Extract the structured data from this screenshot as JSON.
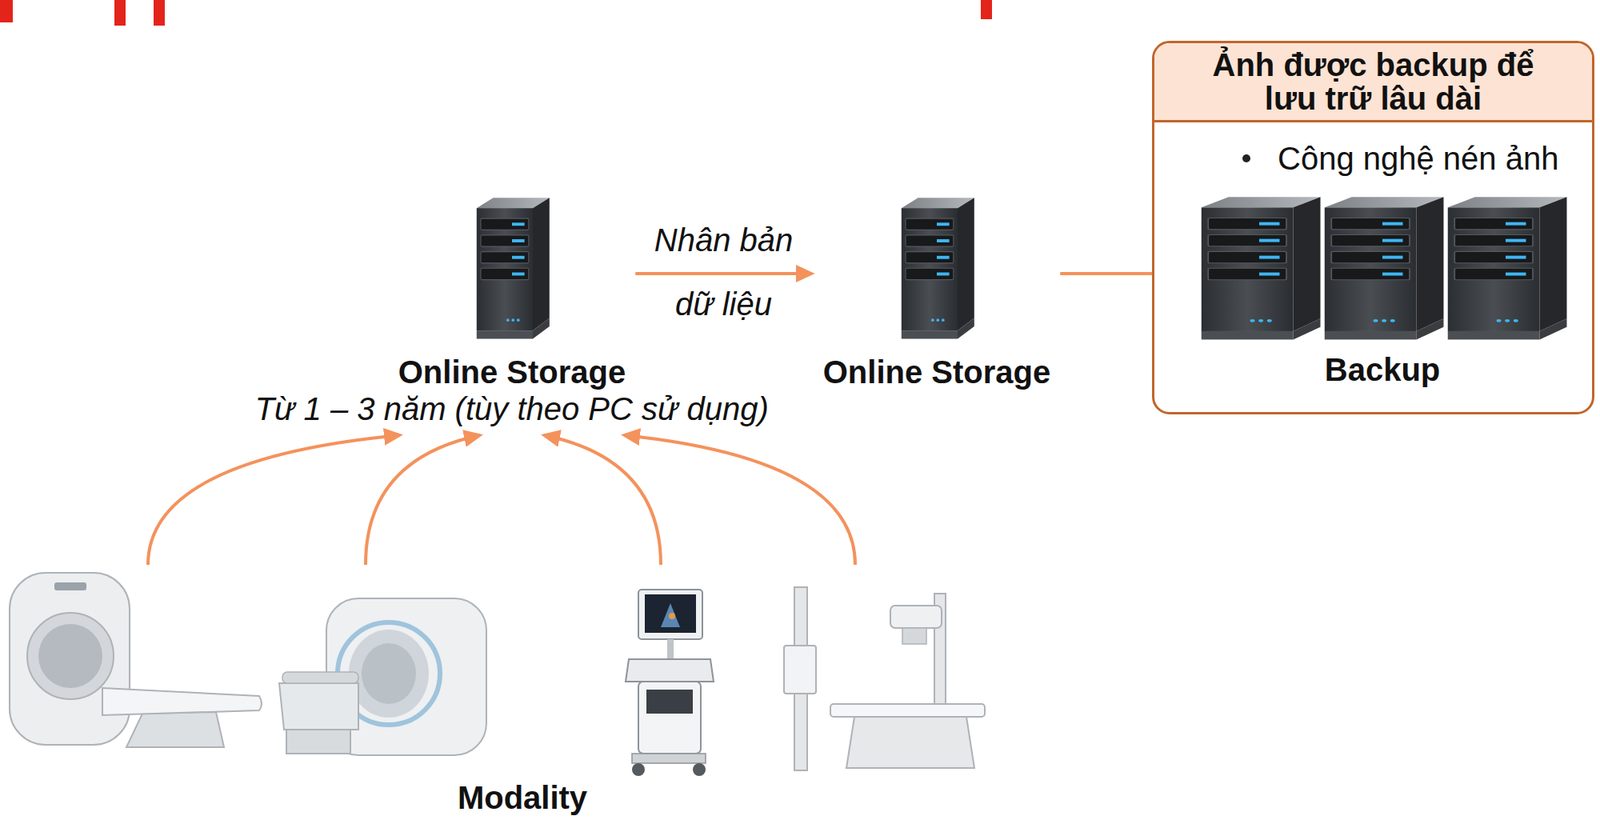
{
  "diagram": {
    "nodes": [
      {
        "text": [
          "Online Storage",
          "Từ 1 – 3 năm (tùy theo PC sử dụng)"
        ]
      },
      {
        "text": [
          "Online Storage"
        ]
      },
      {
        "text": [
          "Ảnh được backup để lưu trữ lâu dài",
          "Công nghệ nén ảnh"
        ]
      },
      {
        "text": [
          "Backup"
        ],
        "in": 2
      },
      {
        "text": [
          "Modality"
        ]
      }
    ],
    "edges": [
      {
        "from": 0,
        "to": 1,
        "label": "Nhân bản dữ liệu",
        "arrow": "to"
      },
      {
        "from": 1,
        "to": 3,
        "arrow": "to"
      },
      {
        "from": 4,
        "to": 0,
        "arrow": "to"
      },
      {
        "from": 4,
        "to": 0,
        "arrow": "to"
      },
      {
        "from": 4,
        "to": 0,
        "arrow": "to"
      },
      {
        "from": 4,
        "to": 0,
        "arrow": "to"
      }
    ]
  }
}
